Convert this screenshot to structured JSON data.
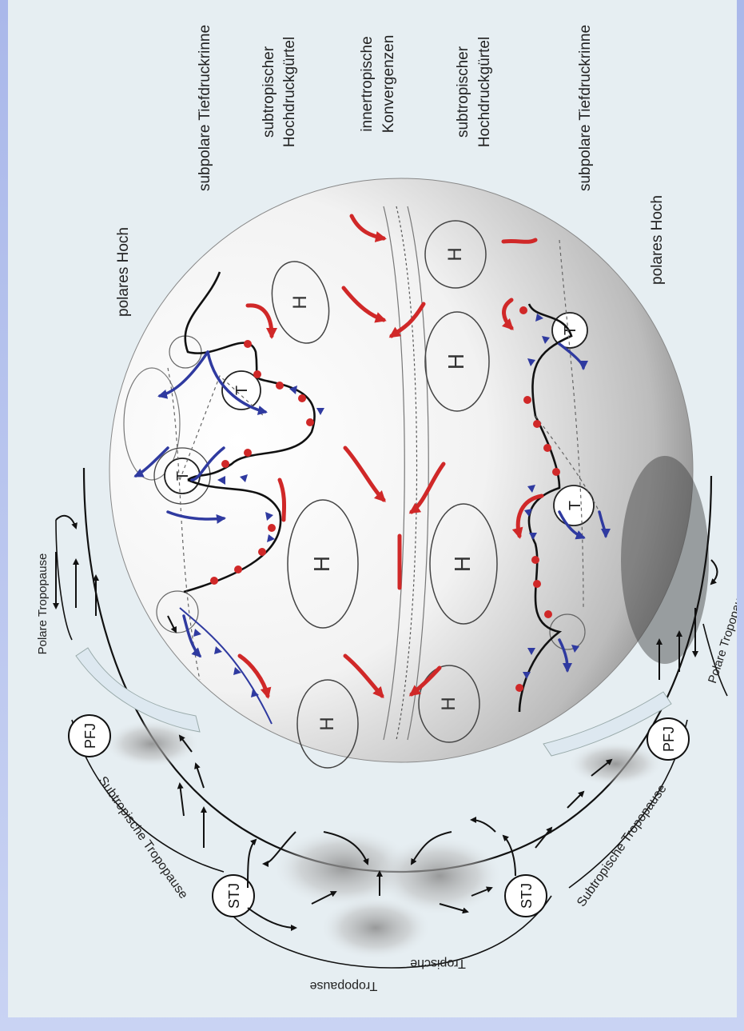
{
  "belt_labels": {
    "polar_high_top": "polares Hoch",
    "subpolar_trough_top": "subpolare Tiefdruckrinne",
    "subtropic_high_top_line1": "subtropischer",
    "subtropic_high_top_line2": "Hochdruckgürtel",
    "itc_line1": "innertropische",
    "itc_line2": "Konvergenzen",
    "subtropic_high_bottom_line1": "subtropischer",
    "subtropic_high_bottom_line2": "Hochdruckgürtel",
    "subpolar_trough_bottom": "subpolare Tiefdruckrinne",
    "polar_high_bottom": "polares Hoch"
  },
  "cross_section_labels": {
    "polar_tropopause_top": "Polare Tropopause",
    "polar_tropopause_bottom": "Polare Tropopause",
    "subtropic_tropopause_top": "Subtropische Tropopause",
    "subtropic_tropopause_bottom": "Subtropische Tropopause",
    "tropic_tropopause_line1": "Tropopause",
    "tropic_tropopause_line2": "Tropische",
    "pfj": "PFJ",
    "stj": "STJ"
  },
  "pressure_symbols": {
    "high": "H",
    "low": "T"
  },
  "colors": {
    "panel_background": "#e6eef2",
    "frame": "#b9c6ee",
    "warm_front_red": "#d02828",
    "cold_front_blue": "#2f3aa0",
    "outline": "#111111"
  }
}
